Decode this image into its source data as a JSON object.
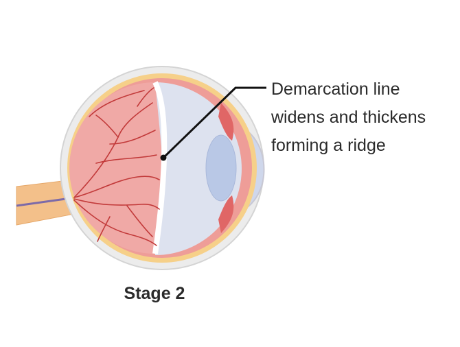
{
  "callout": {
    "lines": [
      "Demarcation line",
      "widens and thickens",
      "forming a ridge"
    ]
  },
  "stage_label": "Stage 2",
  "colors": {
    "retina_fill": "#f0a9a6",
    "vitreous_fill": "#dbe0ee",
    "vessel": "#c23a3a",
    "optic_nerve": "#f3c08a",
    "sclera_ring": "#f6d089",
    "outer_ring": "#e9e9e9",
    "lens": "#b9c8e6"
  }
}
